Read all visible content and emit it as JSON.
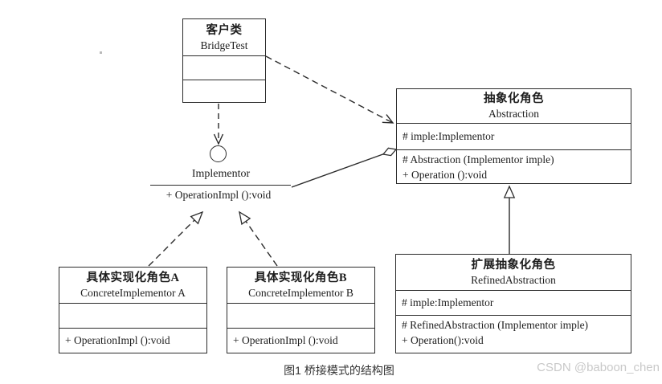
{
  "diagram": {
    "caption": "图1 桥接模式的结构图",
    "watermark": "CSDN @baboon_chen",
    "classes": {
      "client": {
        "name_cn": "客户类",
        "name_en": "BridgeTest",
        "attributes": [],
        "methods": []
      },
      "abstraction": {
        "name_cn": "抽象化角色",
        "name_en": "Abstraction",
        "attributes": [
          "# imple:Implementor"
        ],
        "methods": [
          "# Abstraction (Implementor imple)",
          "+ Operation ():void"
        ]
      },
      "refined": {
        "name_cn": "扩展抽象化角色",
        "name_en": "RefinedAbstraction",
        "attributes": [
          "# imple:Implementor"
        ],
        "methods": [
          "# RefinedAbstraction (Implementor imple)",
          "+ Operation():void"
        ]
      },
      "concrete_a": {
        "name_cn": "具体实现化角色A",
        "name_en": "ConcreteImplementor A",
        "attributes": [],
        "methods": [
          "+ OperationImpl ():void"
        ]
      },
      "concrete_b": {
        "name_cn": "具体实现化角色B",
        "name_en": "ConcreteImplementor B",
        "attributes": [],
        "methods": [
          "+ OperationImpl ():void"
        ]
      }
    },
    "interface": {
      "name": "Implementor",
      "method": "+ OperationImpl ():void"
    },
    "relations": [
      {
        "type": "dependency",
        "from": "client (BridgeTest)",
        "to": "Abstraction",
        "style": "dashed-open-arrow"
      },
      {
        "type": "dependency",
        "from": "client (BridgeTest)",
        "to": "Implementor lollipop",
        "style": "dashed-open-arrow"
      },
      {
        "type": "aggregation",
        "from": "Implementor",
        "to": "Abstraction",
        "style": "solid-hollow-diamond"
      },
      {
        "type": "realization",
        "from": "ConcreteImplementor A",
        "to": "Implementor",
        "style": "dashed-hollow-triangle"
      },
      {
        "type": "realization",
        "from": "ConcreteImplementor B",
        "to": "Implementor",
        "style": "dashed-hollow-triangle"
      },
      {
        "type": "generalization",
        "from": "RefinedAbstraction",
        "to": "Abstraction",
        "style": "solid-hollow-triangle"
      }
    ]
  },
  "colors": {
    "line": "#2b2b2b",
    "caption": "#333333",
    "watermark": "#c9c9c9"
  }
}
